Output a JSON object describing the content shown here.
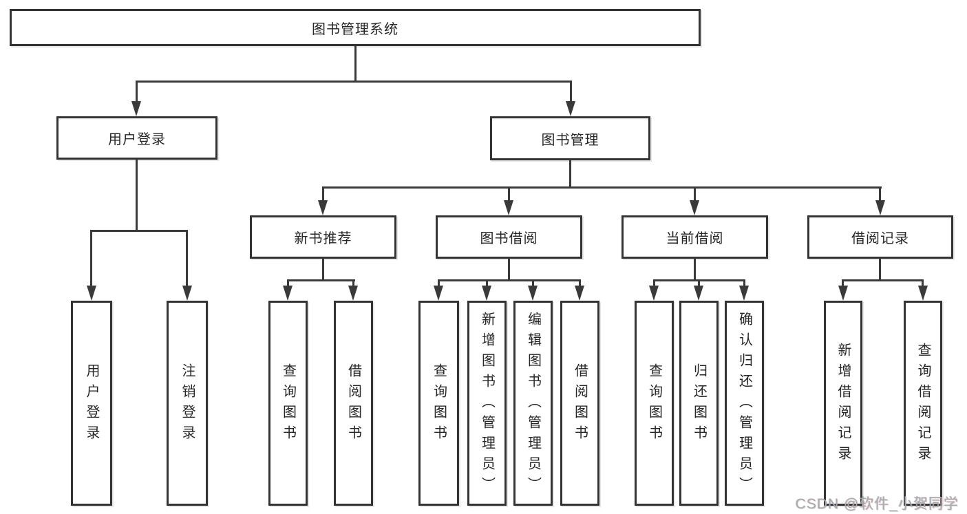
{
  "diagram": {
    "root": {
      "label": "图书管理系统"
    },
    "level2": {
      "user_login": {
        "label": "用户登录"
      },
      "book_mgmt": {
        "label": "图书管理"
      }
    },
    "level3": {
      "new_book_rec": {
        "label": "新书推荐"
      },
      "book_borrow": {
        "label": "图书借阅"
      },
      "current_borrow": {
        "label": "当前借阅"
      },
      "borrow_record": {
        "label": "借阅记录"
      }
    },
    "leaves": {
      "user_login_children": [
        {
          "label": "用户登录"
        },
        {
          "label": "注销登录"
        }
      ],
      "new_book_rec_children": [
        {
          "label": "查询图书"
        },
        {
          "label": "借阅图书"
        }
      ],
      "book_borrow_children": [
        {
          "label": "查询图书"
        },
        {
          "label": "新增图书（管理员）"
        },
        {
          "label": "编辑图书（管理员）"
        },
        {
          "label": "借阅图书"
        }
      ],
      "current_borrow_children": [
        {
          "label": "查询图书"
        },
        {
          "label": "归还图书"
        },
        {
          "label": "确认归还（管理员）"
        }
      ],
      "borrow_record_children": [
        {
          "label": "新增借阅记录"
        },
        {
          "label": "查询借阅记录"
        }
      ]
    },
    "colors": {
      "line": "#3a3a3a",
      "box_border": "#333333",
      "text": "#262626",
      "background": "#ffffff",
      "watermark": "#a9a9a9"
    }
  },
  "watermark": {
    "text": "CSDN @软件_小贺同学"
  }
}
